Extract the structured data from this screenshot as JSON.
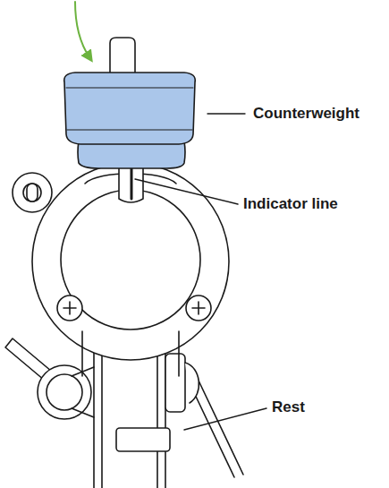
{
  "diagram": {
    "labels": [
      "Counterweight",
      "Indicator line",
      "Rest"
    ]
  }
}
